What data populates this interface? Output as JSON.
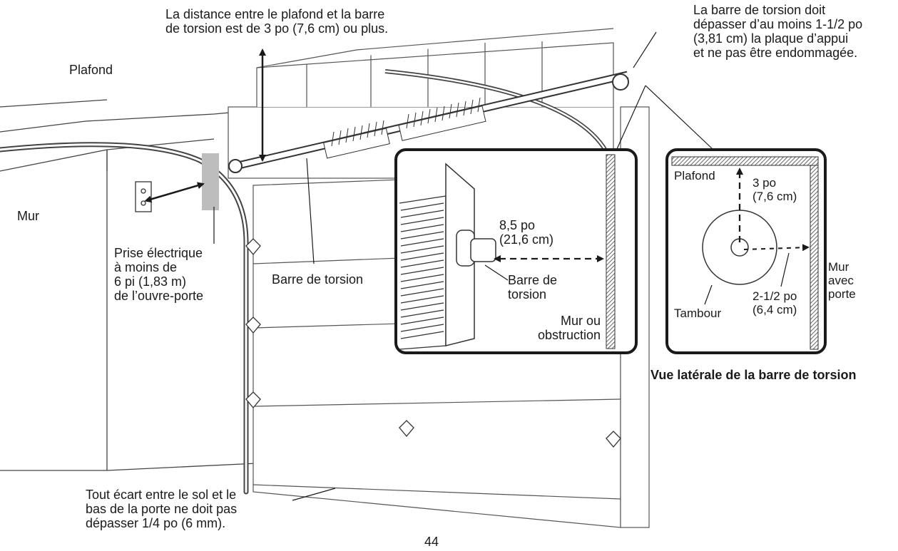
{
  "labels": {
    "ceiling_distance": "La distance entre le plafond et la barre\nde torsion est de 3 po (7,6 cm) ou plus.",
    "bar_extension": "La barre de torsion doit\ndépasser d’au moins 1-1/2 po\n(3,81 cm) la plaque d’appui\net ne pas être endommagée.",
    "ceiling": "Plafond",
    "wall": "Mur",
    "outlet": "Prise électrique\nà moins de\n6 pi (1,83 m)\nde l’ouvre-porte",
    "torsion_bar": "Barre de torsion",
    "floor_gap": "Tout écart entre le sol et le\nbas de la porte ne doit pas\ndépasser 1/4 po (6 mm).",
    "page_number": "44"
  },
  "inset_front": {
    "distance": "8,5 po\n(21,6 cm)",
    "bar": "Barre de\ntorsion",
    "wall": "Mur ou\nobstruction"
  },
  "inset_side": {
    "ceiling": "Plafond",
    "clearance": "3 po\n(7,6 cm)",
    "wall": "Mur\navec\nporte",
    "drum_clearance": "2-1/2 po\n(6,4 cm)",
    "drum": "Tambour",
    "caption": "Vue latérale de la barre de torsion"
  },
  "colors": {
    "line": "#1a1a1a",
    "paper": "#ffffff",
    "hatch": "#555555",
    "bracket": "#bdbdbd"
  }
}
